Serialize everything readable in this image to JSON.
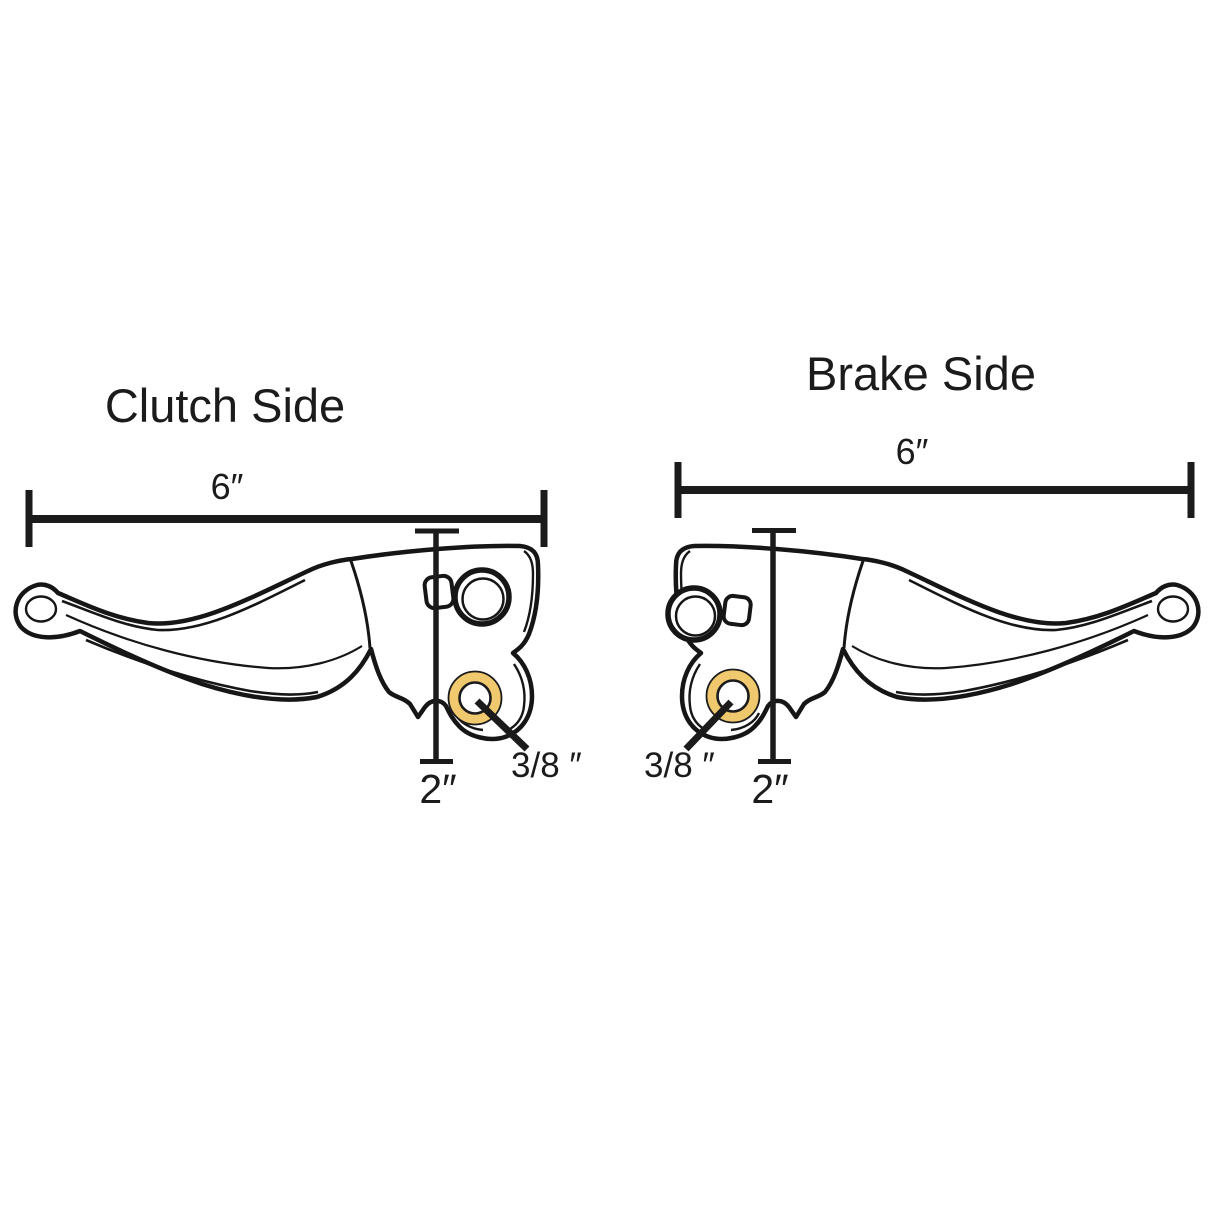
{
  "diagram": {
    "description": "Motorcycle clutch and brake lever dimension diagram",
    "colors": {
      "ink": "#1b1b1b",
      "bushing_gold": "#f0c96e",
      "background": "#ffffff"
    },
    "clutch": {
      "title": "Clutch Side",
      "length_label": "6″",
      "height_label": "2″",
      "hole_label": "3/8 ″"
    },
    "brake": {
      "title": "Brake Side",
      "length_label": "6″",
      "height_label": "2″",
      "hole_label": "3/8 ″"
    }
  }
}
